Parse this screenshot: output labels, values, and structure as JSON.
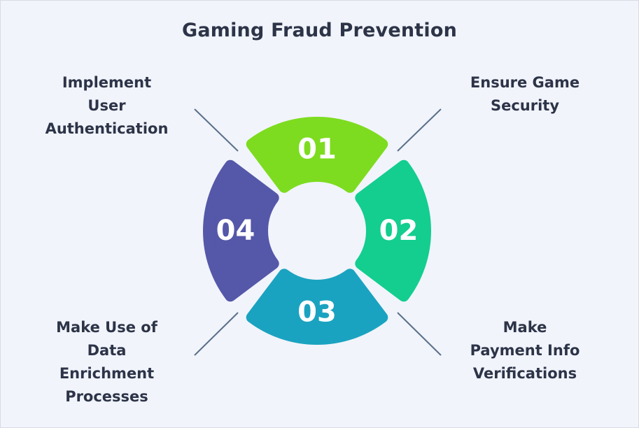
{
  "title": "Gaming Fraud Prevention",
  "steps": [
    {
      "number": "01",
      "label": "Implement\nUser\nAuthentication",
      "color": "#7ddc1f"
    },
    {
      "number": "02",
      "label": "Ensure Game\nSecurity",
      "color": "#13ce8f"
    },
    {
      "number": "03",
      "label": "Make\nPayment Info\nVerifications",
      "color": "#1aa3c0"
    },
    {
      "number": "04",
      "label": "Make Use of\nData\nEnrichment\nProcesses",
      "color": "#5557a9"
    }
  ],
  "connector_color": "#5a7089"
}
